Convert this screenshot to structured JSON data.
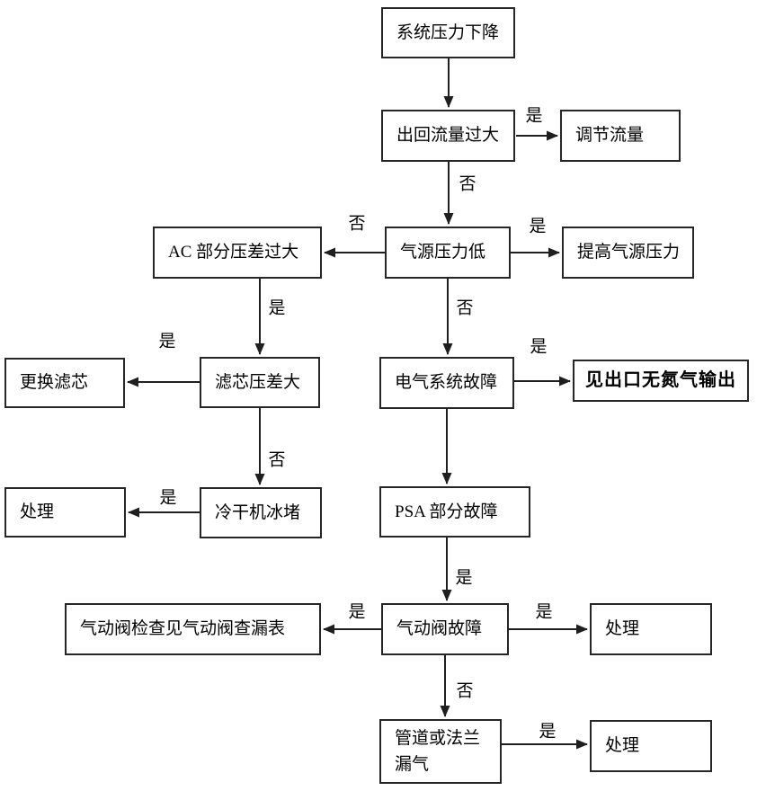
{
  "diagram": {
    "type": "flowchart",
    "background_color": "#ffffff",
    "line_color": "#1f1f1f",
    "text_color": "#000000",
    "nodes": [
      {
        "id": "sys",
        "label": "系统压力下降"
      },
      {
        "id": "flow",
        "label": "出回流量过大"
      },
      {
        "id": "adjust",
        "label": "调节流量"
      },
      {
        "id": "ac",
        "label": "AC 部分压差过大"
      },
      {
        "id": "source",
        "label": "气源压力低"
      },
      {
        "id": "raise",
        "label": "提高气源压力"
      },
      {
        "id": "replace-filter",
        "label": "更换滤芯"
      },
      {
        "id": "filter-diff",
        "label": "滤芯压差大"
      },
      {
        "id": "elec",
        "label": "电气系统故障"
      },
      {
        "id": "see-outlet",
        "label": "见出口无氮气输出",
        "bold": true
      },
      {
        "id": "handle-1",
        "label": "处理"
      },
      {
        "id": "dryer",
        "label": "冷干机冰堵"
      },
      {
        "id": "psa",
        "label": "PSA 部分故障"
      },
      {
        "id": "valve-check",
        "label": "气动阀检查见气动阀查漏表"
      },
      {
        "id": "valve",
        "label": "气动阀故障"
      },
      {
        "id": "handle-2",
        "label": "处理"
      },
      {
        "id": "pipe",
        "label": "管道或法兰\n漏气"
      },
      {
        "id": "handle-3",
        "label": "处理"
      }
    ],
    "edges": [
      {
        "from": "sys",
        "to": "flow",
        "label": ""
      },
      {
        "from": "flow",
        "to": "adjust",
        "label": "是"
      },
      {
        "from": "flow",
        "to": "source",
        "label": "否"
      },
      {
        "from": "source",
        "to": "ac",
        "label": "否"
      },
      {
        "from": "source",
        "to": "raise",
        "label": "是"
      },
      {
        "from": "ac",
        "to": "filter-diff",
        "label": "是"
      },
      {
        "from": "source",
        "to": "elec",
        "label": "否"
      },
      {
        "from": "filter-diff",
        "to": "replace-filter",
        "label": "是"
      },
      {
        "from": "elec",
        "to": "see-outlet",
        "label": "是"
      },
      {
        "from": "filter-diff",
        "to": "dryer",
        "label": "否"
      },
      {
        "from": "elec",
        "to": "psa",
        "label": ""
      },
      {
        "from": "dryer",
        "to": "handle-1",
        "label": "是"
      },
      {
        "from": "psa",
        "to": "valve",
        "label": "是"
      },
      {
        "from": "valve",
        "to": "valve-check",
        "label": "是"
      },
      {
        "from": "valve",
        "to": "handle-2",
        "label": "是"
      },
      {
        "from": "valve",
        "to": "pipe",
        "label": "否"
      },
      {
        "from": "pipe",
        "to": "handle-3",
        "label": "是"
      }
    ]
  }
}
